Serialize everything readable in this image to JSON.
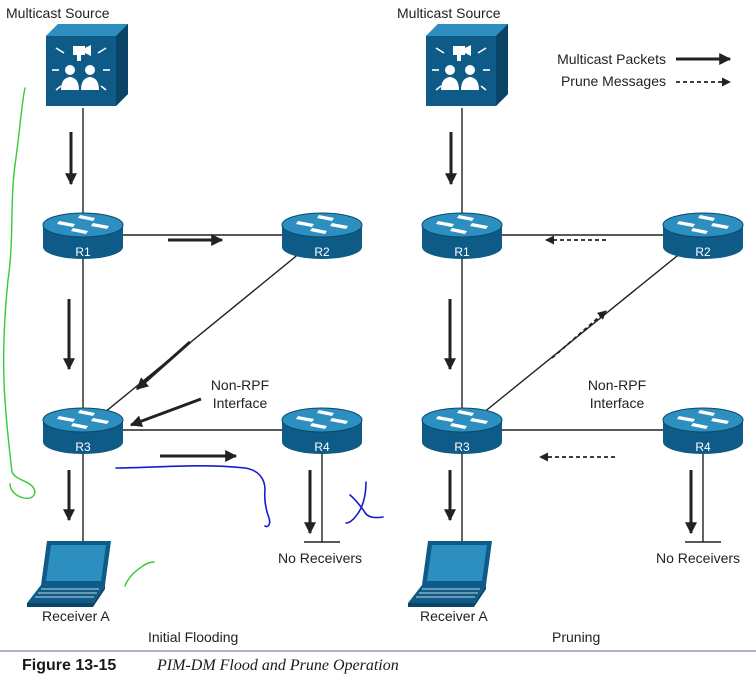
{
  "colors": {
    "device_blue": "#0d5b86",
    "device_top": "#2d8fbf",
    "line": "#222222",
    "annotation_green": "#33cc33",
    "annotation_blue": "#1a1acc"
  },
  "legend": {
    "multicast_packets": "Multicast Packets",
    "prune_messages": "Prune Messages"
  },
  "left": {
    "source_label": "Multicast Source",
    "routers": [
      "R1",
      "R2",
      "R3",
      "R4"
    ],
    "non_rpf_label": "Non-RPF\nInterface",
    "no_receivers": "No Receivers",
    "receiver_label": "Receiver A",
    "panel_title": "Initial Flooding"
  },
  "right": {
    "source_label": "Multicast Source",
    "routers": [
      "R1",
      "R2",
      "R3",
      "R4"
    ],
    "non_rpf_label": "Non-RPF\nInterface",
    "no_receivers": "No Receivers",
    "receiver_label": "Receiver A",
    "panel_title": "Pruning"
  },
  "caption": {
    "figure": "Figure 13-15",
    "title": "PIM-DM Flood and Prune Operation"
  }
}
